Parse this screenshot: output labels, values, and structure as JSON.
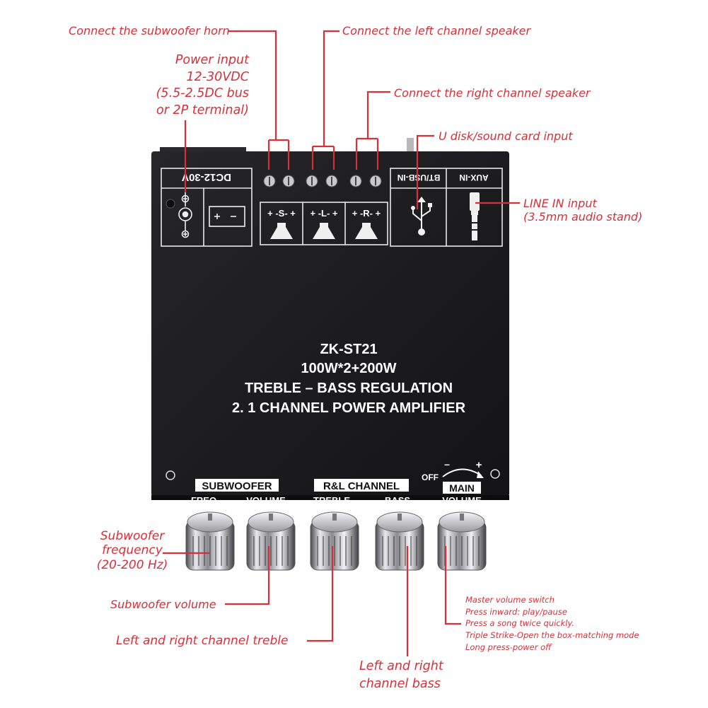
{
  "callouts": {
    "subwoofer_horn": "Connect the subwoofer horn",
    "left_speaker": "Connect the left channel speaker",
    "right_speaker": "Connect the right channel speaker",
    "power_input": [
      "Power input",
      "12-30VDC",
      "(5.5-2.5DC bus",
      "or 2P terminal)"
    ],
    "u_disk": "U disk/sound card input",
    "line_in": [
      "LINE IN input",
      "(3.5mm audio stand)"
    ],
    "sub_freq": [
      "Subwoofer",
      "frequency",
      "(20-200 Hz)"
    ],
    "sub_volume": "Subwoofer volume",
    "treble": "Left and right channel treble",
    "bass": [
      "Left and right",
      "channel bass"
    ],
    "master": [
      "Master volume switch",
      "Press inward: play/pause",
      "Press a song twice quickly.",
      "Triple Strike-Open the box-matching mode",
      "Long press-power off"
    ]
  },
  "board": {
    "dc_label": "DC12-30V",
    "terminal_s": "+ -S- +",
    "terminal_l": "+ -L- +",
    "terminal_r": "+ -R- +",
    "bt_label": "BT/USB-IN",
    "aux_label": "AUX-IN",
    "title_lines": [
      "ZK-ST21",
      "100W*2+200W",
      "TREBLE – BASS REGULATION",
      "2. 1 CHANNEL POWER AMPLIFIER"
    ],
    "group_subwoofer": "SUBWOOFER",
    "group_rl": "R&L CHANNEL",
    "group_main": "MAIN",
    "knob_freq": "FREQ",
    "knob_volume": "VOLUME",
    "knob_treble": "TREBLE",
    "knob_bass": "BASS",
    "knob_main_volume": "VOLUME",
    "off": "OFF",
    "minus": "–",
    "plus": "+"
  },
  "colors": {
    "callout": "#d7303a",
    "board": "#1b1b1d",
    "text": "#ffffff"
  }
}
